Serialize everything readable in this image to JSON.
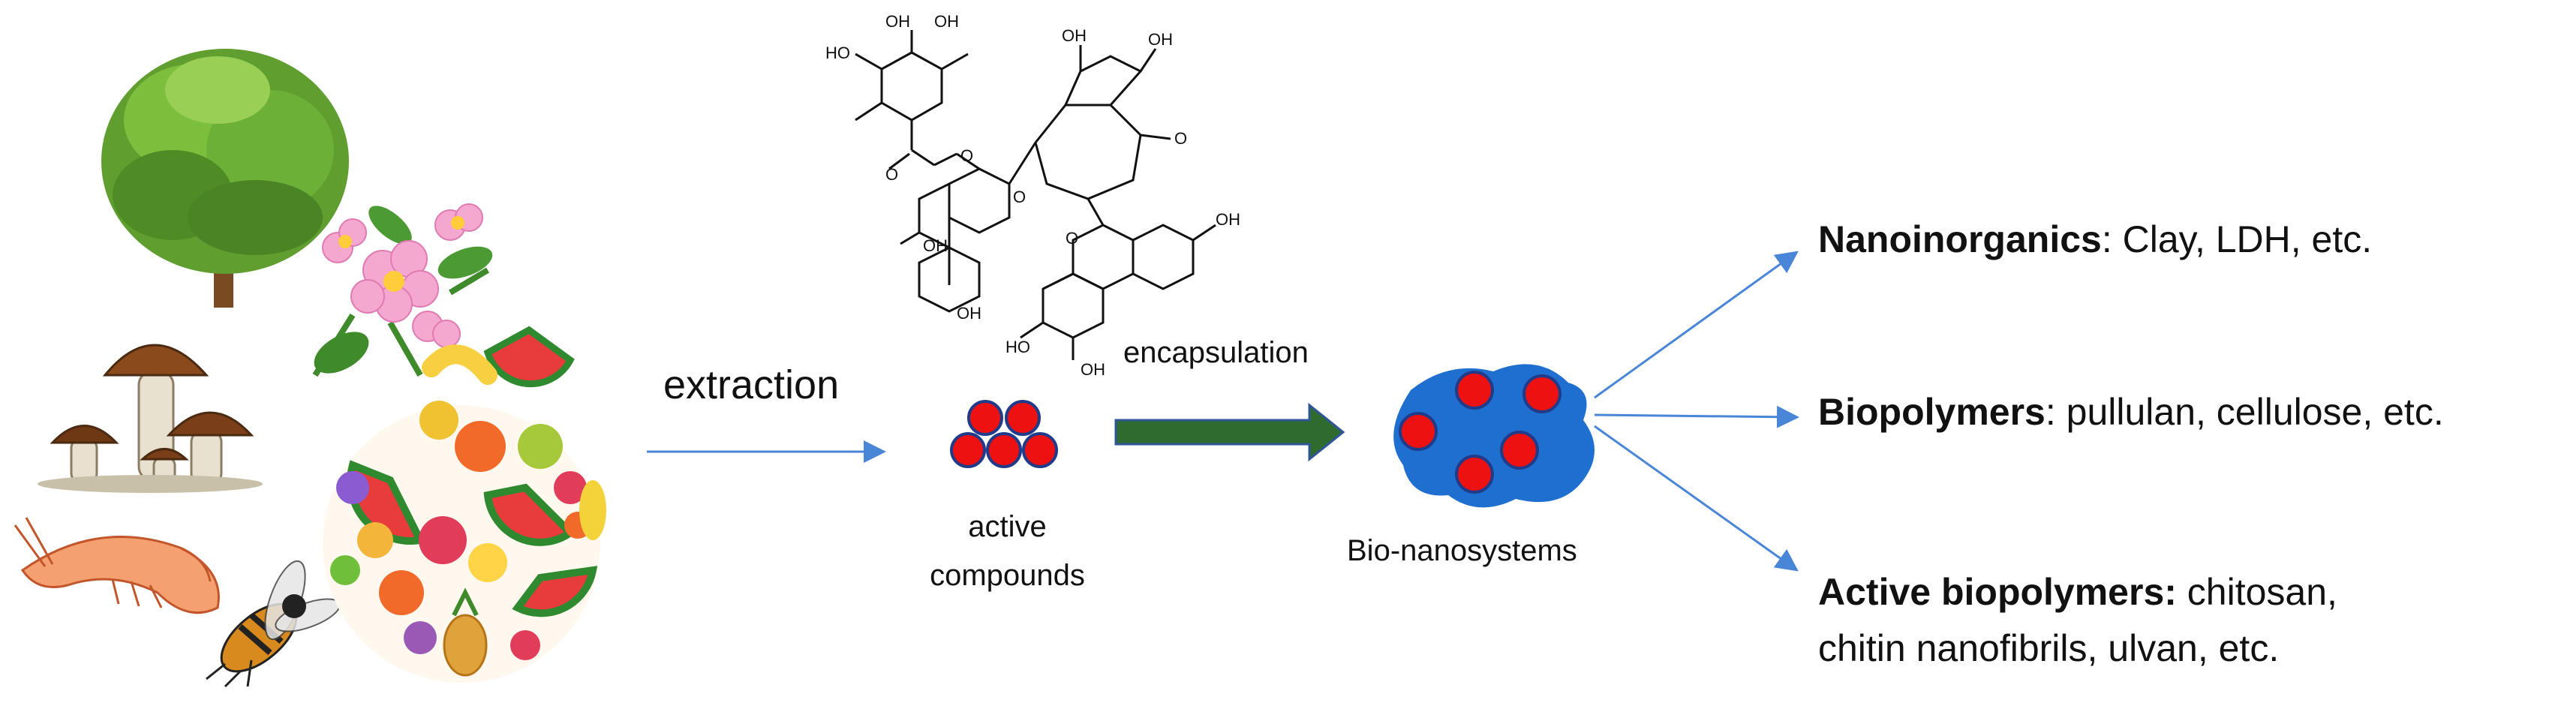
{
  "labels": {
    "extraction": "extraction",
    "encapsulation": "encapsulation",
    "active_compounds_line1": "active",
    "active_compounds_line2": "compounds",
    "bio_nanosystems": "Bio-nanosystems"
  },
  "outputs": [
    {
      "bold": "Nanoinorganics",
      "rest": ": Clay, LDH, etc."
    },
    {
      "bold": "Biopolymers",
      "rest": ": pullulan, cellulose, etc."
    },
    {
      "bold": "Active biopolymers:",
      "rest": " chitosan,",
      "line2": "chitin nanofibrils, ulvan, etc."
    }
  ],
  "molecule_labels": {
    "hydroxyl": "OH",
    "ho": "HO",
    "ketone_o": "O"
  },
  "colors": {
    "arrow_blue": "#4a86d8",
    "encapsulation_arrow": "#2f6a2f",
    "encapsulation_outline": "#2f5597",
    "particle_red": "#ee1111",
    "particle_outline": "#1f3b8a",
    "nanosystem_blue": "#1f6fd1"
  }
}
